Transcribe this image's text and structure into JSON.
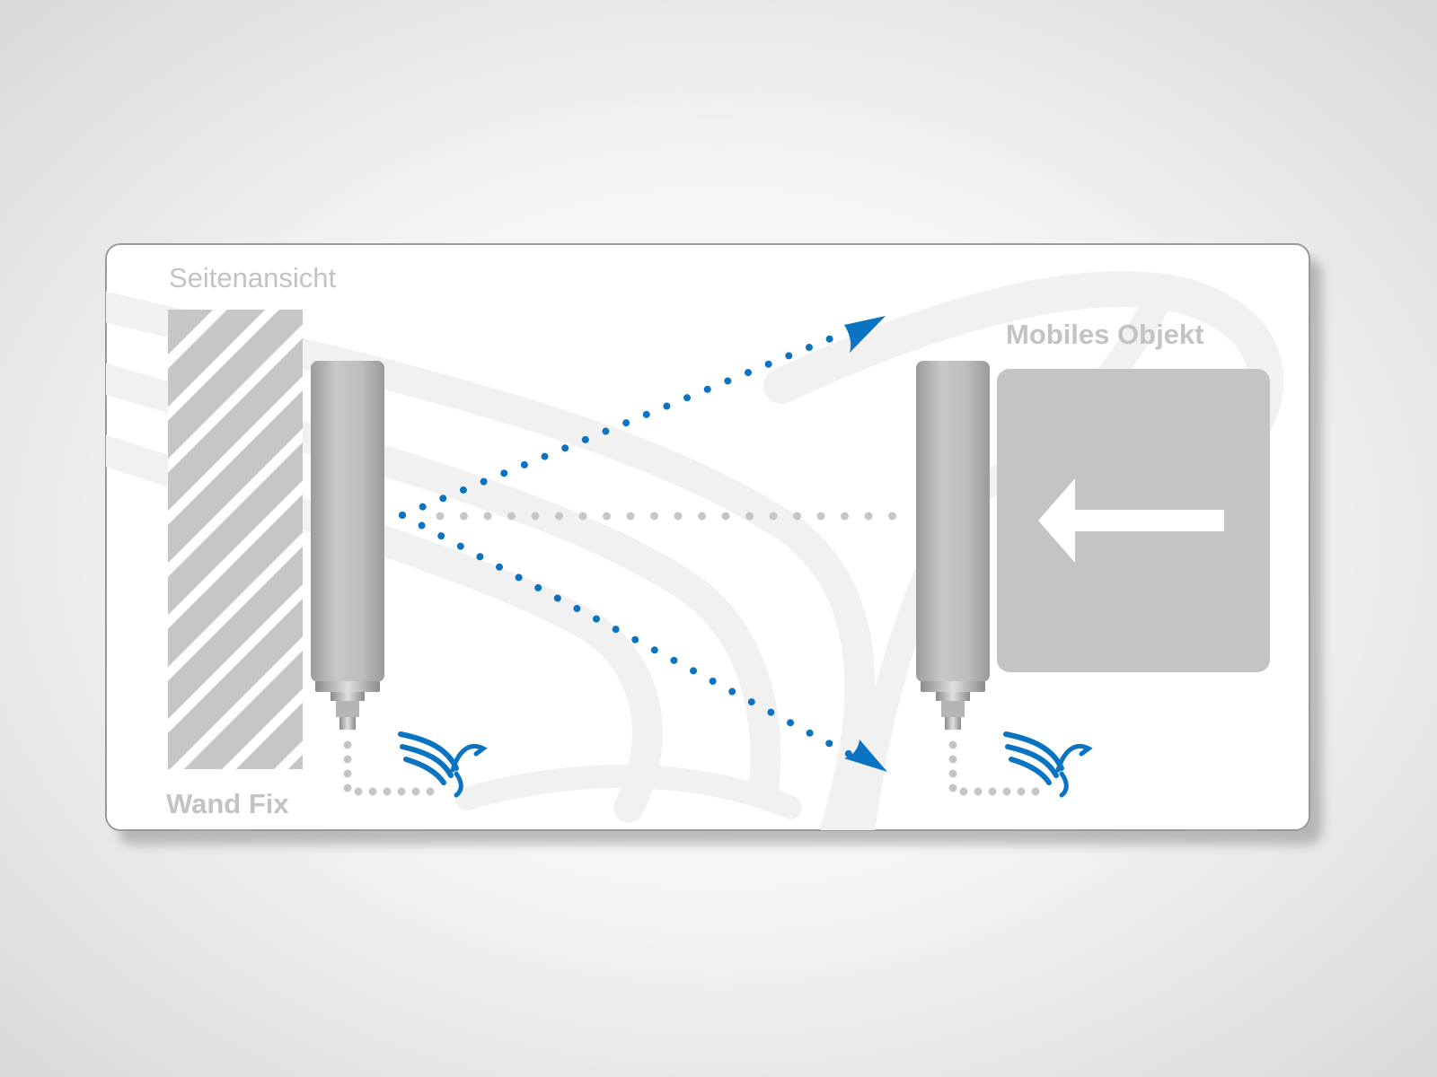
{
  "labels": {
    "view_title": "Seitenansicht",
    "wall_label": "Wand Fix",
    "object_label": "Mobiles Objekt"
  },
  "colors": {
    "signal_blue": "#0a73c2",
    "cable_grey": "#c6c6c6",
    "shape_grey": "#c4c4c4",
    "label_grey": "#c3c3c3",
    "panel_border": "#9a9a9a"
  },
  "icons": {
    "brand_logo": "eagle-logo-icon",
    "direction_arrow": "arrow-left-icon",
    "signal_arrow": "arrowhead-icon"
  }
}
